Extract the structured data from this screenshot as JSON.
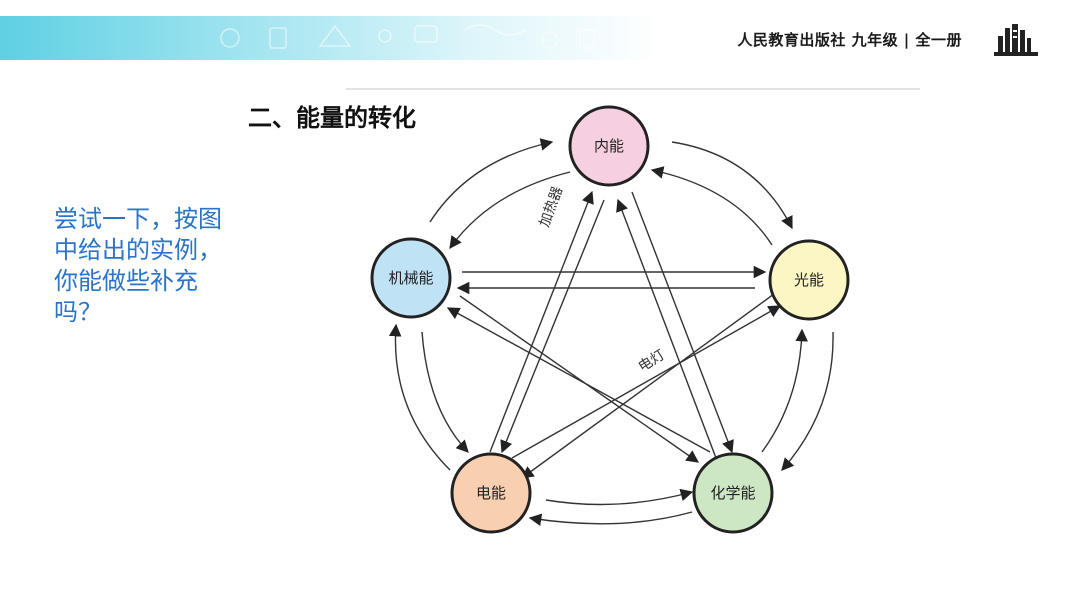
{
  "header": {
    "publisher": "人民教育出版社 九年级 | 全一册"
  },
  "section_title": "二、能量的转化",
  "prompt_text": "尝试一下，按图中给出的实例，你能做些补充吗？",
  "diagram": {
    "nodes": [
      {
        "id": "internal",
        "label": "内能",
        "color": "#f6cfe0"
      },
      {
        "id": "mechanical",
        "label": "机械能",
        "color": "#bfe3f5"
      },
      {
        "id": "light",
        "label": "光能",
        "color": "#fbf6c3"
      },
      {
        "id": "electric",
        "label": "电能",
        "color": "#f8cfb0"
      },
      {
        "id": "chemical",
        "label": "化学能",
        "color": "#cde6c4"
      }
    ],
    "edge_labels": [
      {
        "text": "加热器",
        "edge": "electric-to-internal"
      },
      {
        "text": "电灯",
        "edge": "electric-to-light"
      }
    ]
  }
}
